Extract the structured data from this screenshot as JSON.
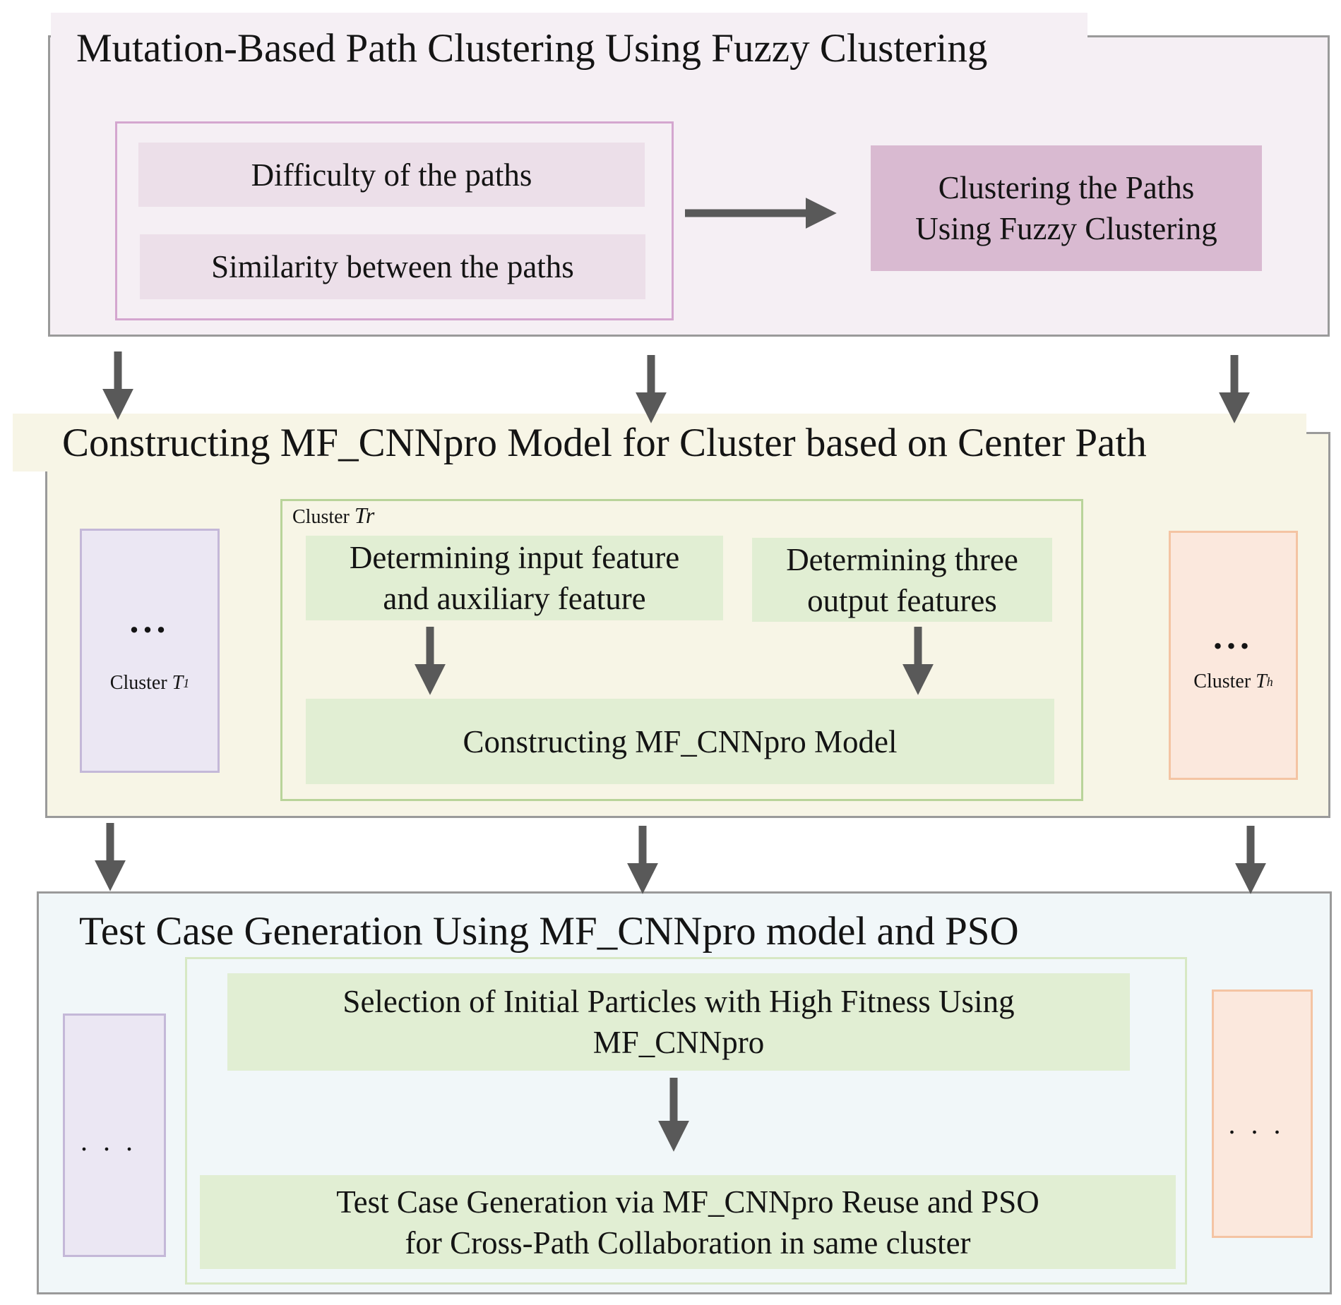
{
  "section1": {
    "title": "Mutation-Based Path Clustering Using Fuzzy Clustering",
    "feature_difficulty": "Difficulty of  the paths",
    "feature_similarity": "Similarity between the paths",
    "clustering_box": "Clustering the Paths\nUsing Fuzzy Clustering"
  },
  "section2": {
    "title": "Constructing MF_CNNpro Model for Cluster based on Center Path",
    "cluster_tr_label": "Cluster",
    "cluster_tr_name": "Tr",
    "input_feature": "Determining input feature\nand auxiliary feature",
    "output_features": "Determining three\noutput features",
    "construct_model": "Constructing MF_CNNpro Model",
    "cluster_left_dots": "...",
    "cluster_left_label": "Cluster",
    "cluster_left_name": "T",
    "cluster_left_sub": "1",
    "cluster_right_dots": "...",
    "cluster_right_label": "Cluster",
    "cluster_right_name": "T",
    "cluster_right_sub": "h"
  },
  "section3": {
    "title": "Test Case Generation Using MF_CNNpro model and  PSO",
    "selection": "Selection of Initial Particles with High Fitness Using\nMF_CNNpro",
    "generation": "Test Case Generation via MF_CNNpro Reuse and PSO\nfor Cross-Path Collaboration in same cluster",
    "left_dots": "...",
    "right_dots": "..."
  },
  "colors": {
    "section1_bg": "#f5eff4",
    "section1_inner_border": "#d4a6cf",
    "feature_fill": "#ecdfe9",
    "clustering_fill": "#d9bad1",
    "section2_bg": "#f7f5e6",
    "green_border": "#b9d49a",
    "green_fill": "#e1eed3",
    "lavender_fill": "#ebe7f3",
    "lavender_border": "#c4b8d8",
    "peach_fill": "#fbe8dd",
    "peach_border": "#f4c4a3",
    "section3_bg": "#f1f7f9",
    "frame_border": "#9a9a9a",
    "arrow": "#595959"
  }
}
